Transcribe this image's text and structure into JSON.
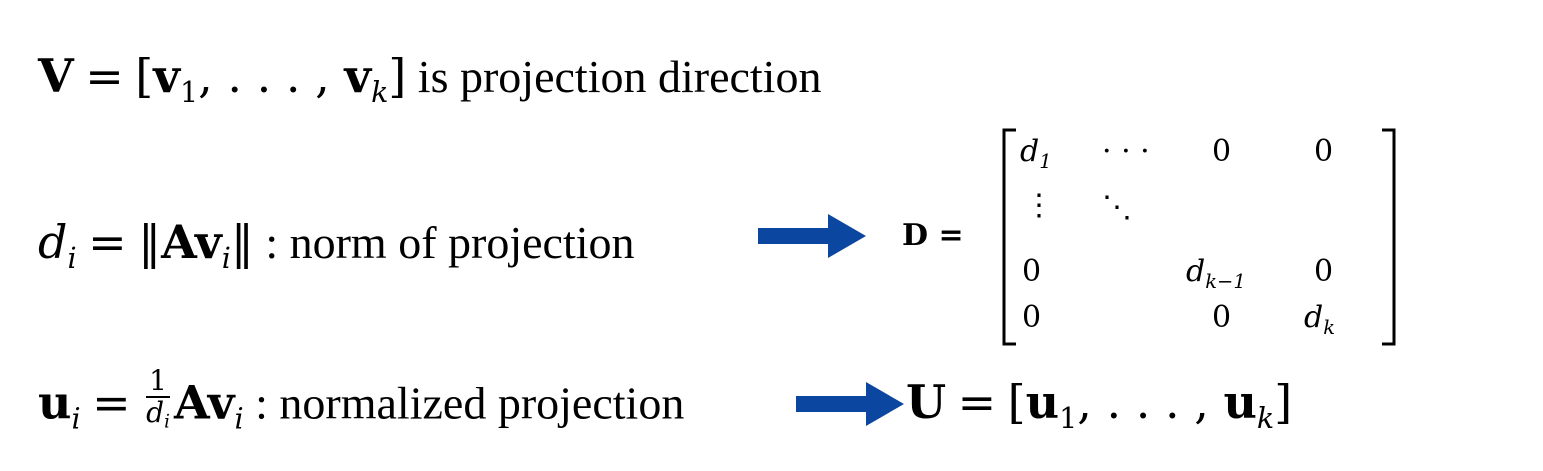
{
  "row1": {
    "lhs": "V",
    "eq": "=",
    "open": "[",
    "v": "v",
    "sub1": "1",
    "sep": ", . . . , ",
    "subk": "k",
    "close": "]",
    "text": "is projection direction"
  },
  "row2": {
    "d": "d",
    "sub": "i",
    "eq": "=",
    "norm_open": "‖",
    "Av": "Av",
    "norm_close": "‖",
    "text": ": norm of projection"
  },
  "matrix": {
    "label": "D =",
    "cells": {
      "r1c1": "d",
      "r1c1_sub": "1",
      "r1c2": "· · ·",
      "r1c3": "0",
      "r1c4": "0",
      "r2c1": "⋮",
      "r2c2": "⋱",
      "r3c1": "0",
      "r3c3": "d",
      "r3c3_sub": "k−1",
      "r3c4": "0",
      "r4c1": "0",
      "r4c3": "0",
      "r4c4": "d",
      "r4c4_sub": "k"
    }
  },
  "row3": {
    "u": "u",
    "sub": "i",
    "eq": "=",
    "frac_num": "1",
    "frac_den": "d",
    "frac_den_sub": "i",
    "Av": "Av",
    "text": ": normalized projection",
    "rhs": "U",
    "rhs_eq": "=",
    "open": "[",
    "sub1": "1",
    "sep": ", . . . , ",
    "subk": "k",
    "close": "]"
  },
  "colors": {
    "arrow": "#0b47a1",
    "text": "#000000"
  },
  "icons": {
    "arrow1": "right-arrow-icon",
    "arrow2": "right-arrow-icon"
  }
}
